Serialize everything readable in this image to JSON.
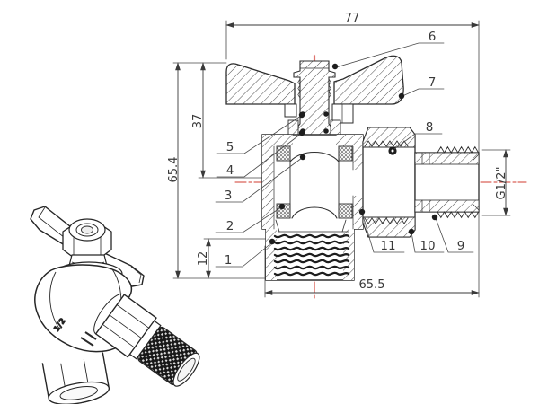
{
  "drawing": {
    "type": "technical-cross-section-ball-valve",
    "dimensions": {
      "top_width": "77",
      "overall_height": "65.4",
      "handle_to_center": "37",
      "bottom_port_height": "12",
      "body_length": "65.5",
      "outlet_thread": "G1/2\""
    },
    "callouts": [
      "1",
      "2",
      "3",
      "4",
      "5",
      "6",
      "7",
      "8",
      "9",
      "10",
      "11"
    ],
    "colors": {
      "line": "#2e2e2e",
      "dimension_line": "#4a4a4a",
      "centerline_red": "#d23b2f",
      "centerline_pink": "#eebcbc",
      "background": "#ffffff"
    }
  },
  "product_view": {
    "description": "angle ball valve with butterfly handle, knurled male outlet and female bottom port",
    "body_marking": "1/2"
  }
}
